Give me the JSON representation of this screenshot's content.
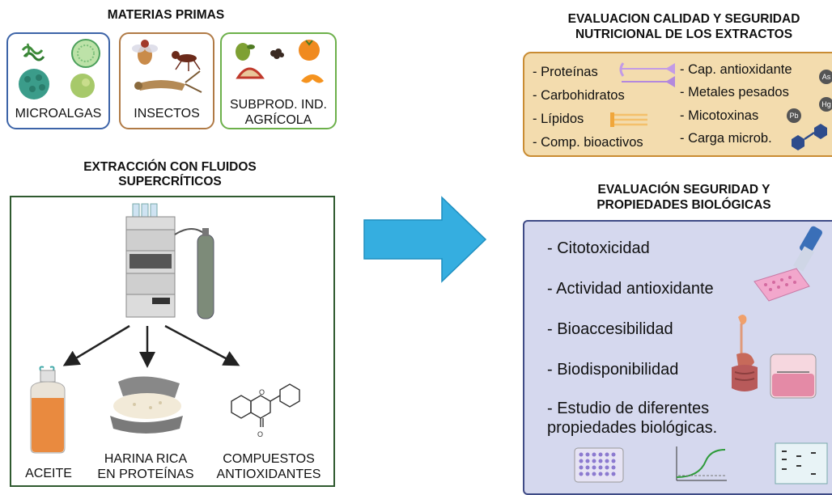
{
  "raw_materials": {
    "title": "MATERIAS PRIMAS",
    "microalgae": "MICROALGAS",
    "insects": "INSECTOS",
    "agri_byproducts_line1": "SUBPROD. IND.",
    "agri_byproducts_line2": "AGRÍCOLA"
  },
  "extraction": {
    "title_line1": "EXTRACCIÓN CON FLUIDOS",
    "title_line2": "SUPERCRÍTICOS",
    "oil": "ACEITE",
    "flour_line1": "HARINA RICA",
    "flour_line2": "EN PROTEÍNAS",
    "antiox_line1": "COMPUESTOS",
    "antiox_line2": "ANTIOXIDANTES"
  },
  "quality": {
    "title_line1": "EVALUACION CALIDAD Y SEGURIDAD",
    "title_line2": "NUTRICIONAL DE LOS EXTRACTOS",
    "left_items": [
      "- Proteínas",
      "- Carbohidratos",
      "- Lípidos",
      "- Comp. bioactivos"
    ],
    "right_items": [
      "- Cap. antioxidante",
      "- Metales pesados",
      "- Micotoxinas",
      "- Carga microb."
    ],
    "badges": [
      "As",
      "Hg",
      "Pb"
    ]
  },
  "biological": {
    "title_line1": "EVALUACIÓN SEGURIDAD Y",
    "title_line2": "PROPIEDADES BIOLÓGICAS",
    "items": [
      "- Citotoxicidad",
      "- Actividad antioxidante",
      "- Bioaccesibilidad",
      "- Biodisponibilidad",
      "- Estudio de diferentes",
      "propiedades biológicas."
    ]
  },
  "colors": {
    "microalgae_border": "#3d64a8",
    "insects_border": "#b07a45",
    "agri_border": "#6cb04a",
    "extraction_border": "#2f5a2f",
    "quality_fill": "#f3dcae",
    "quality_border": "#c98c33",
    "bio_fill": "#d5d8ee",
    "bio_border": "#3f4b86",
    "arrow": "#35aee0"
  }
}
